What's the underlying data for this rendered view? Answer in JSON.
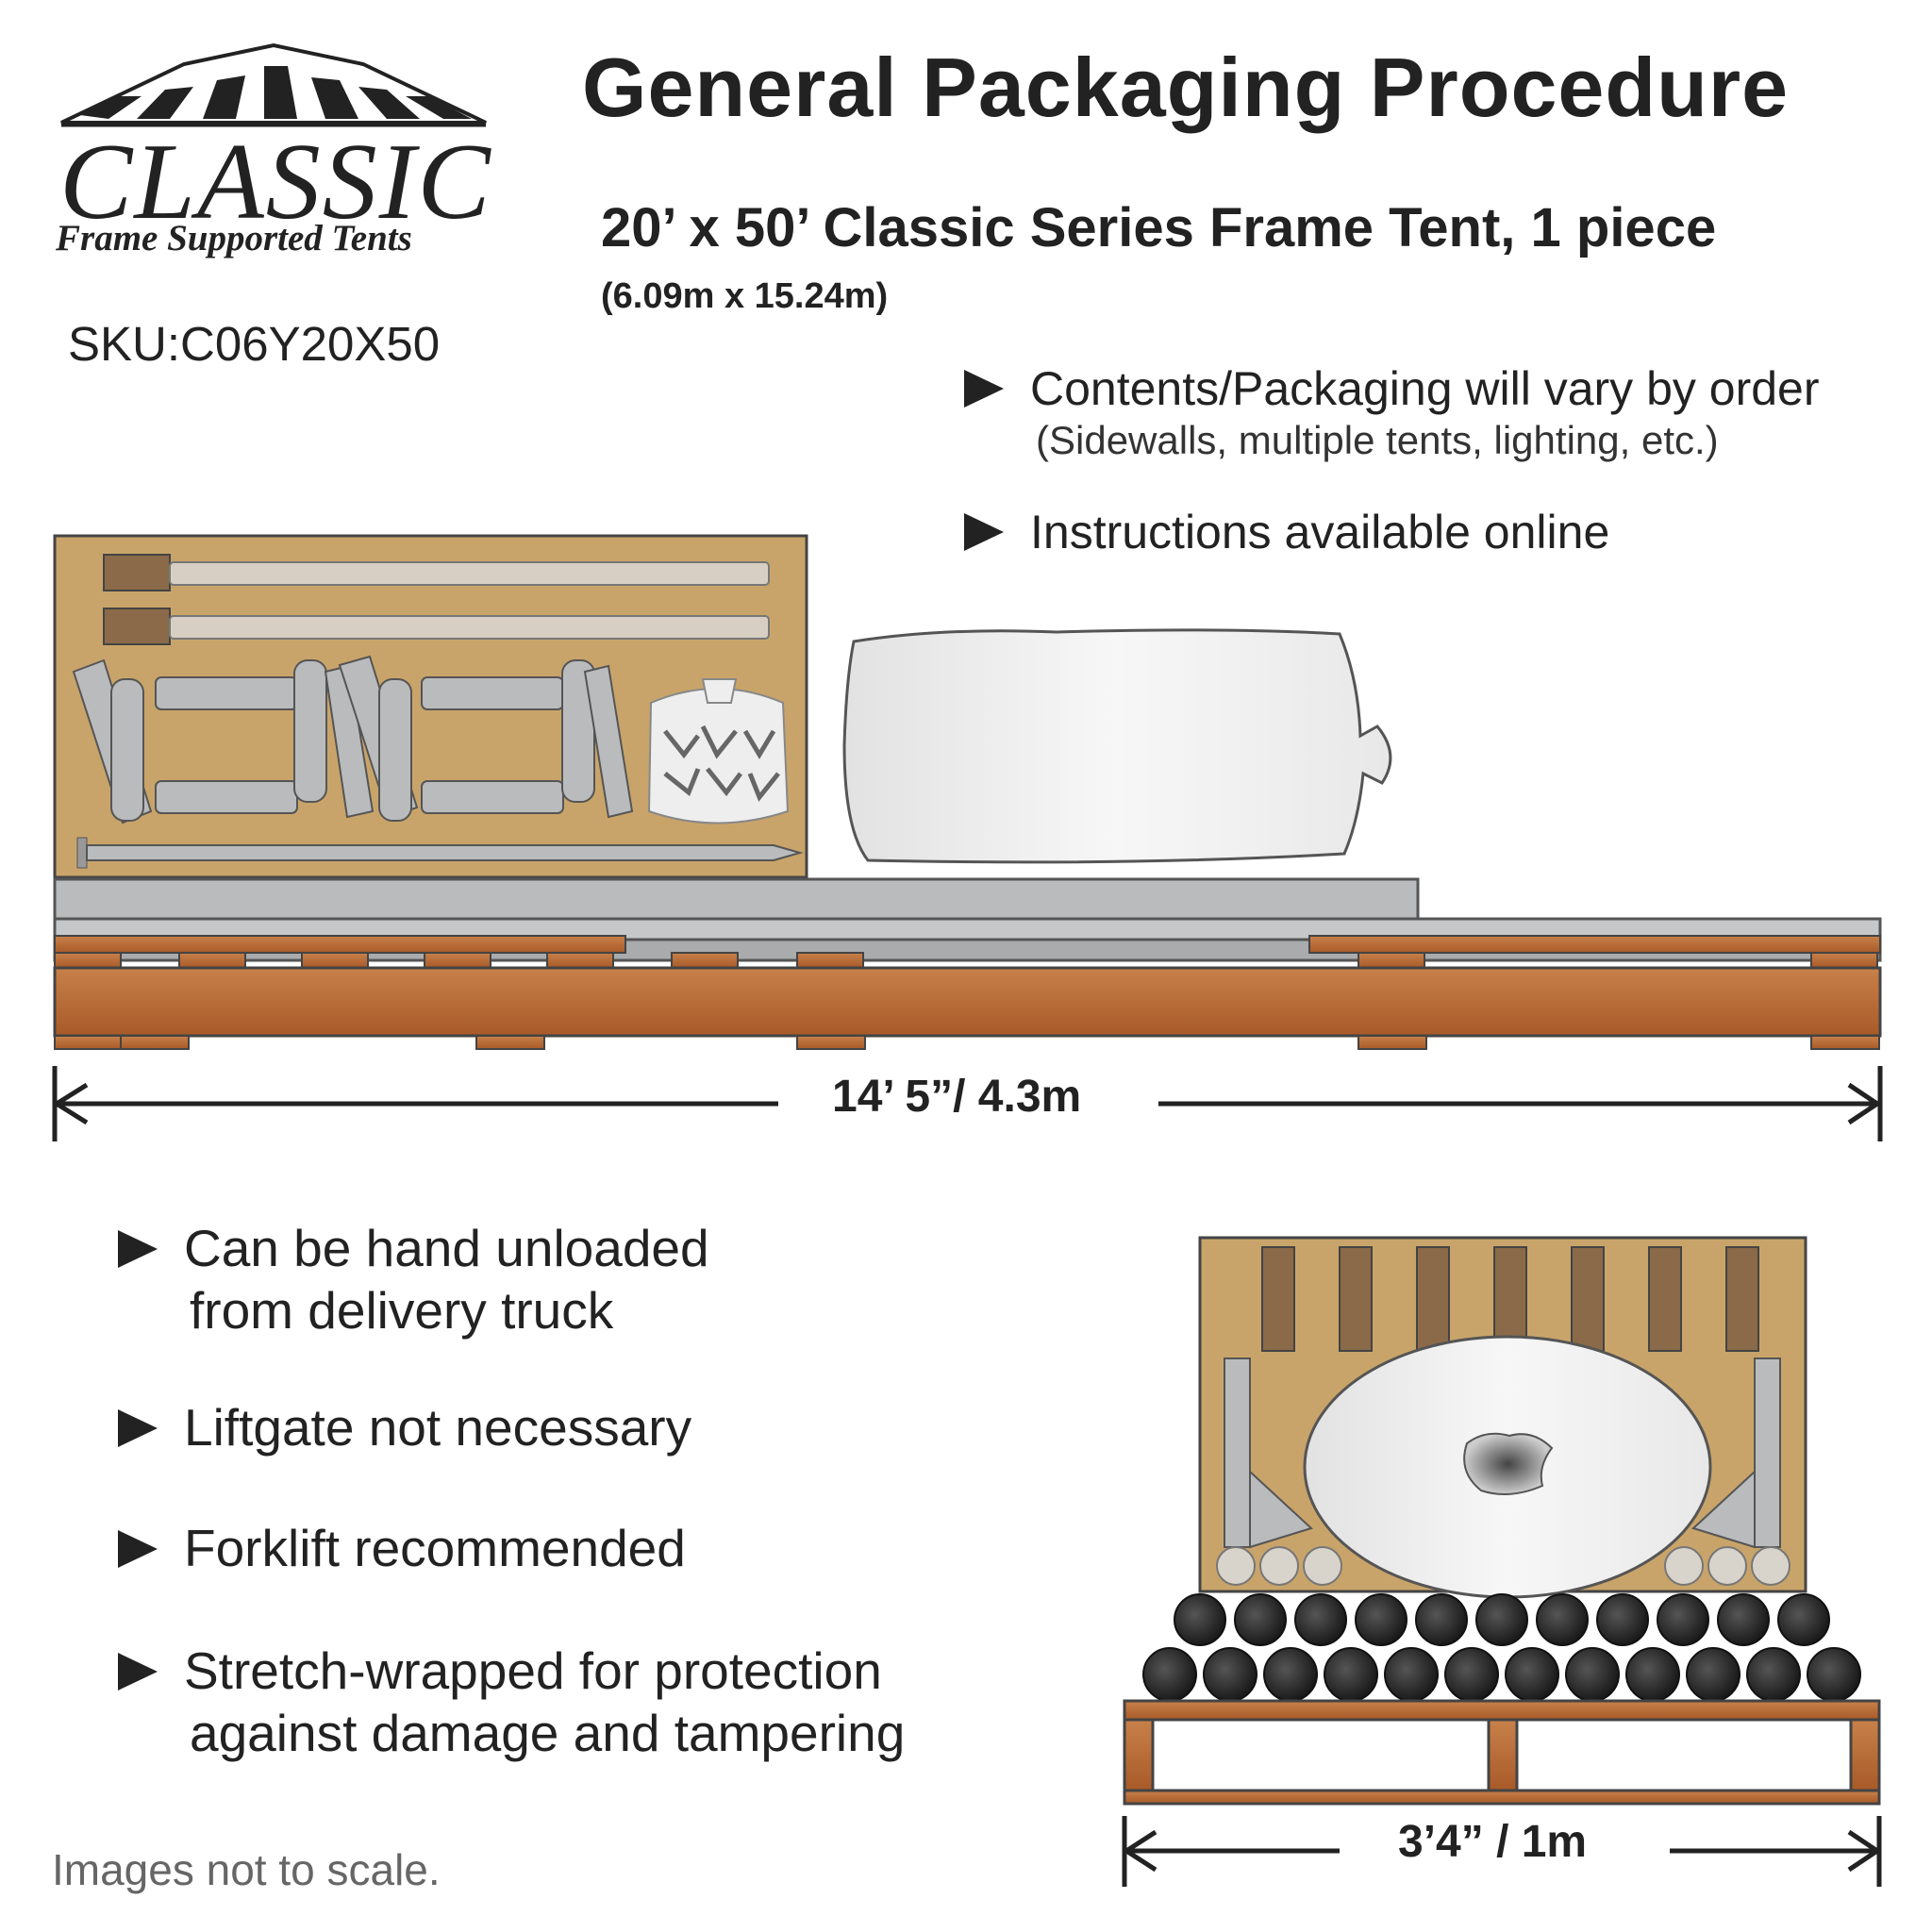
{
  "brand": {
    "name": "CLASSIC",
    "tagline": "Frame Supported Tents"
  },
  "sku": "SKU:C06Y20X50",
  "header": {
    "title": "General Packaging Procedure",
    "subtitle": "20’ x 50’ Classic Series Frame Tent, 1 piece",
    "metric": "(6.09m x 15.24m)"
  },
  "notes": [
    {
      "text": "Contents/Packaging will vary by order",
      "sub": "(Sidewalls, multiple tents, lighting, etc.)"
    },
    {
      "text": "Instructions available online"
    }
  ],
  "bullets": [
    {
      "line1": "Can be hand unloaded",
      "line2": "from delivery truck"
    },
    {
      "line1": "Liftgate not necessary"
    },
    {
      "line1": "Forklift recommended"
    },
    {
      "line1": "Stretch-wrapped for protection",
      "line2": "against damage and tampering"
    }
  ],
  "dimensions": {
    "length": "14’ 5”/ 4.3m",
    "width": "3’4” / 1m"
  },
  "disclaimer": "Images not to scale.",
  "colors": {
    "cardboard": "#c9a46a",
    "wood": "#b86a34",
    "metal": "#b9bbbd",
    "wrap": "#eeeeee",
    "tube": "#2a2a2a"
  }
}
